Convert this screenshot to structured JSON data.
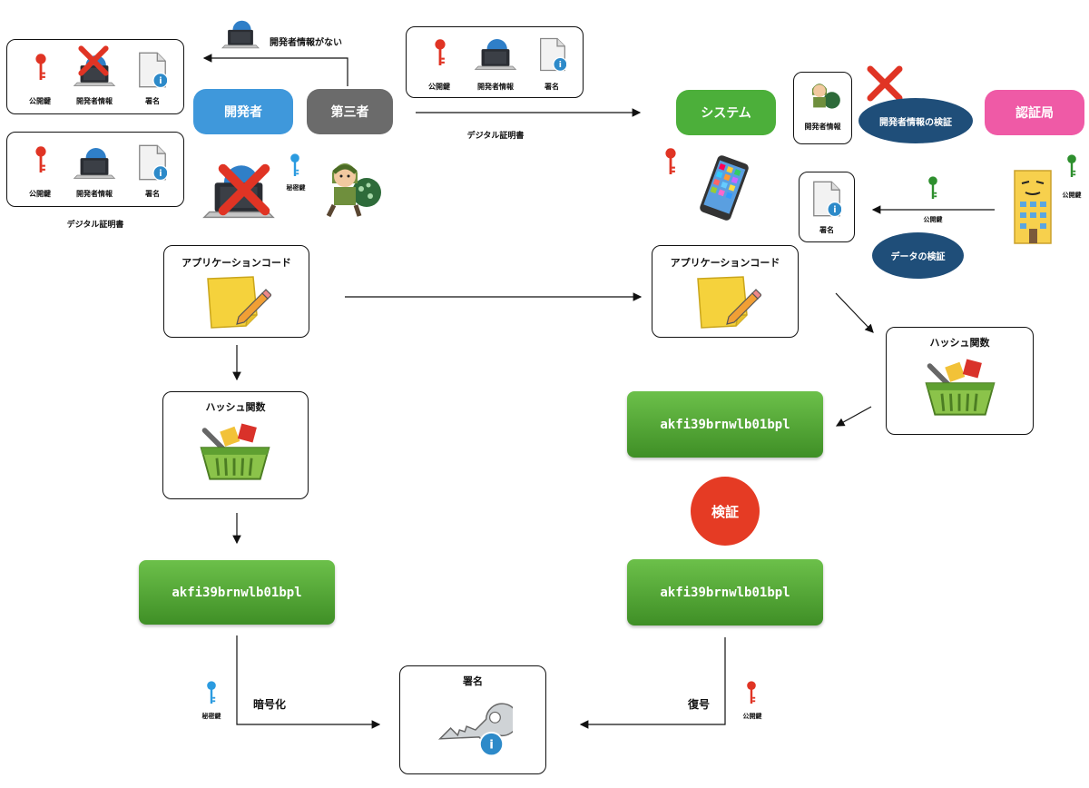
{
  "colors": {
    "developer_pill": "#3f98db",
    "third_party_pill": "#6b6b6b",
    "system_pill": "#4caf3a",
    "ca_pill": "#ef5aa6",
    "hash_green": "#4fa332",
    "verify_red": "#e53b24",
    "ellipse_blue": "#1f4e79",
    "key_red": "#e03424",
    "key_blue": "#2b9be0",
    "key_green": "#2e8f2e"
  },
  "actors": {
    "developer": "開発者",
    "third_party": "第三者",
    "system": "システム",
    "ca": "認証局"
  },
  "left_cert_fake": {
    "public_key": "公開鍵",
    "dev_info": "開発者情報",
    "signature": "署名"
  },
  "left_cert_real": {
    "public_key": "公開鍵",
    "dev_info": "開発者情報",
    "signature": "署名",
    "caption": "デジタル証明書"
  },
  "no_dev_info": "開発者情報がない",
  "secret_key_third": "秘密鍵",
  "center_cert": {
    "public_key": "公開鍵",
    "dev_info": "開発者情報",
    "signature": "署名",
    "caption": "デジタル証明書"
  },
  "right": {
    "dev_info_box": "開発者情報",
    "verify_dev_info": "開発者情報の検証",
    "signature_box": "署名",
    "ca_public_key": "公開鍵",
    "verify_data": "データの検証",
    "app_code": "アプリケーションコード",
    "hash_func": "ハッシュ関数",
    "hash_value_top": "akfi39brnwlb01bpl",
    "verify": "検証",
    "hash_value_bottom": "akfi39brnwlb01bpl",
    "decrypt": "復号",
    "decrypt_key": "公開鍵"
  },
  "left": {
    "app_code": "アプリケーションコード",
    "hash_func": "ハッシュ関数",
    "hash_value": "akfi39brnwlb01bpl",
    "encrypt": "暗号化",
    "encrypt_key": "秘密鍵"
  },
  "bottom_signature": "署名",
  "icons": {
    "key": "key-icon",
    "laptop": "laptop-person-icon",
    "document": "document-info-icon",
    "cross": "cross-mark-icon",
    "thief": "thief-icon",
    "smartphone": "smartphone-icon",
    "building": "building-icon",
    "note_pencil": "note-pencil-icon",
    "basket": "basket-icon",
    "key_info": "key-info-icon"
  }
}
